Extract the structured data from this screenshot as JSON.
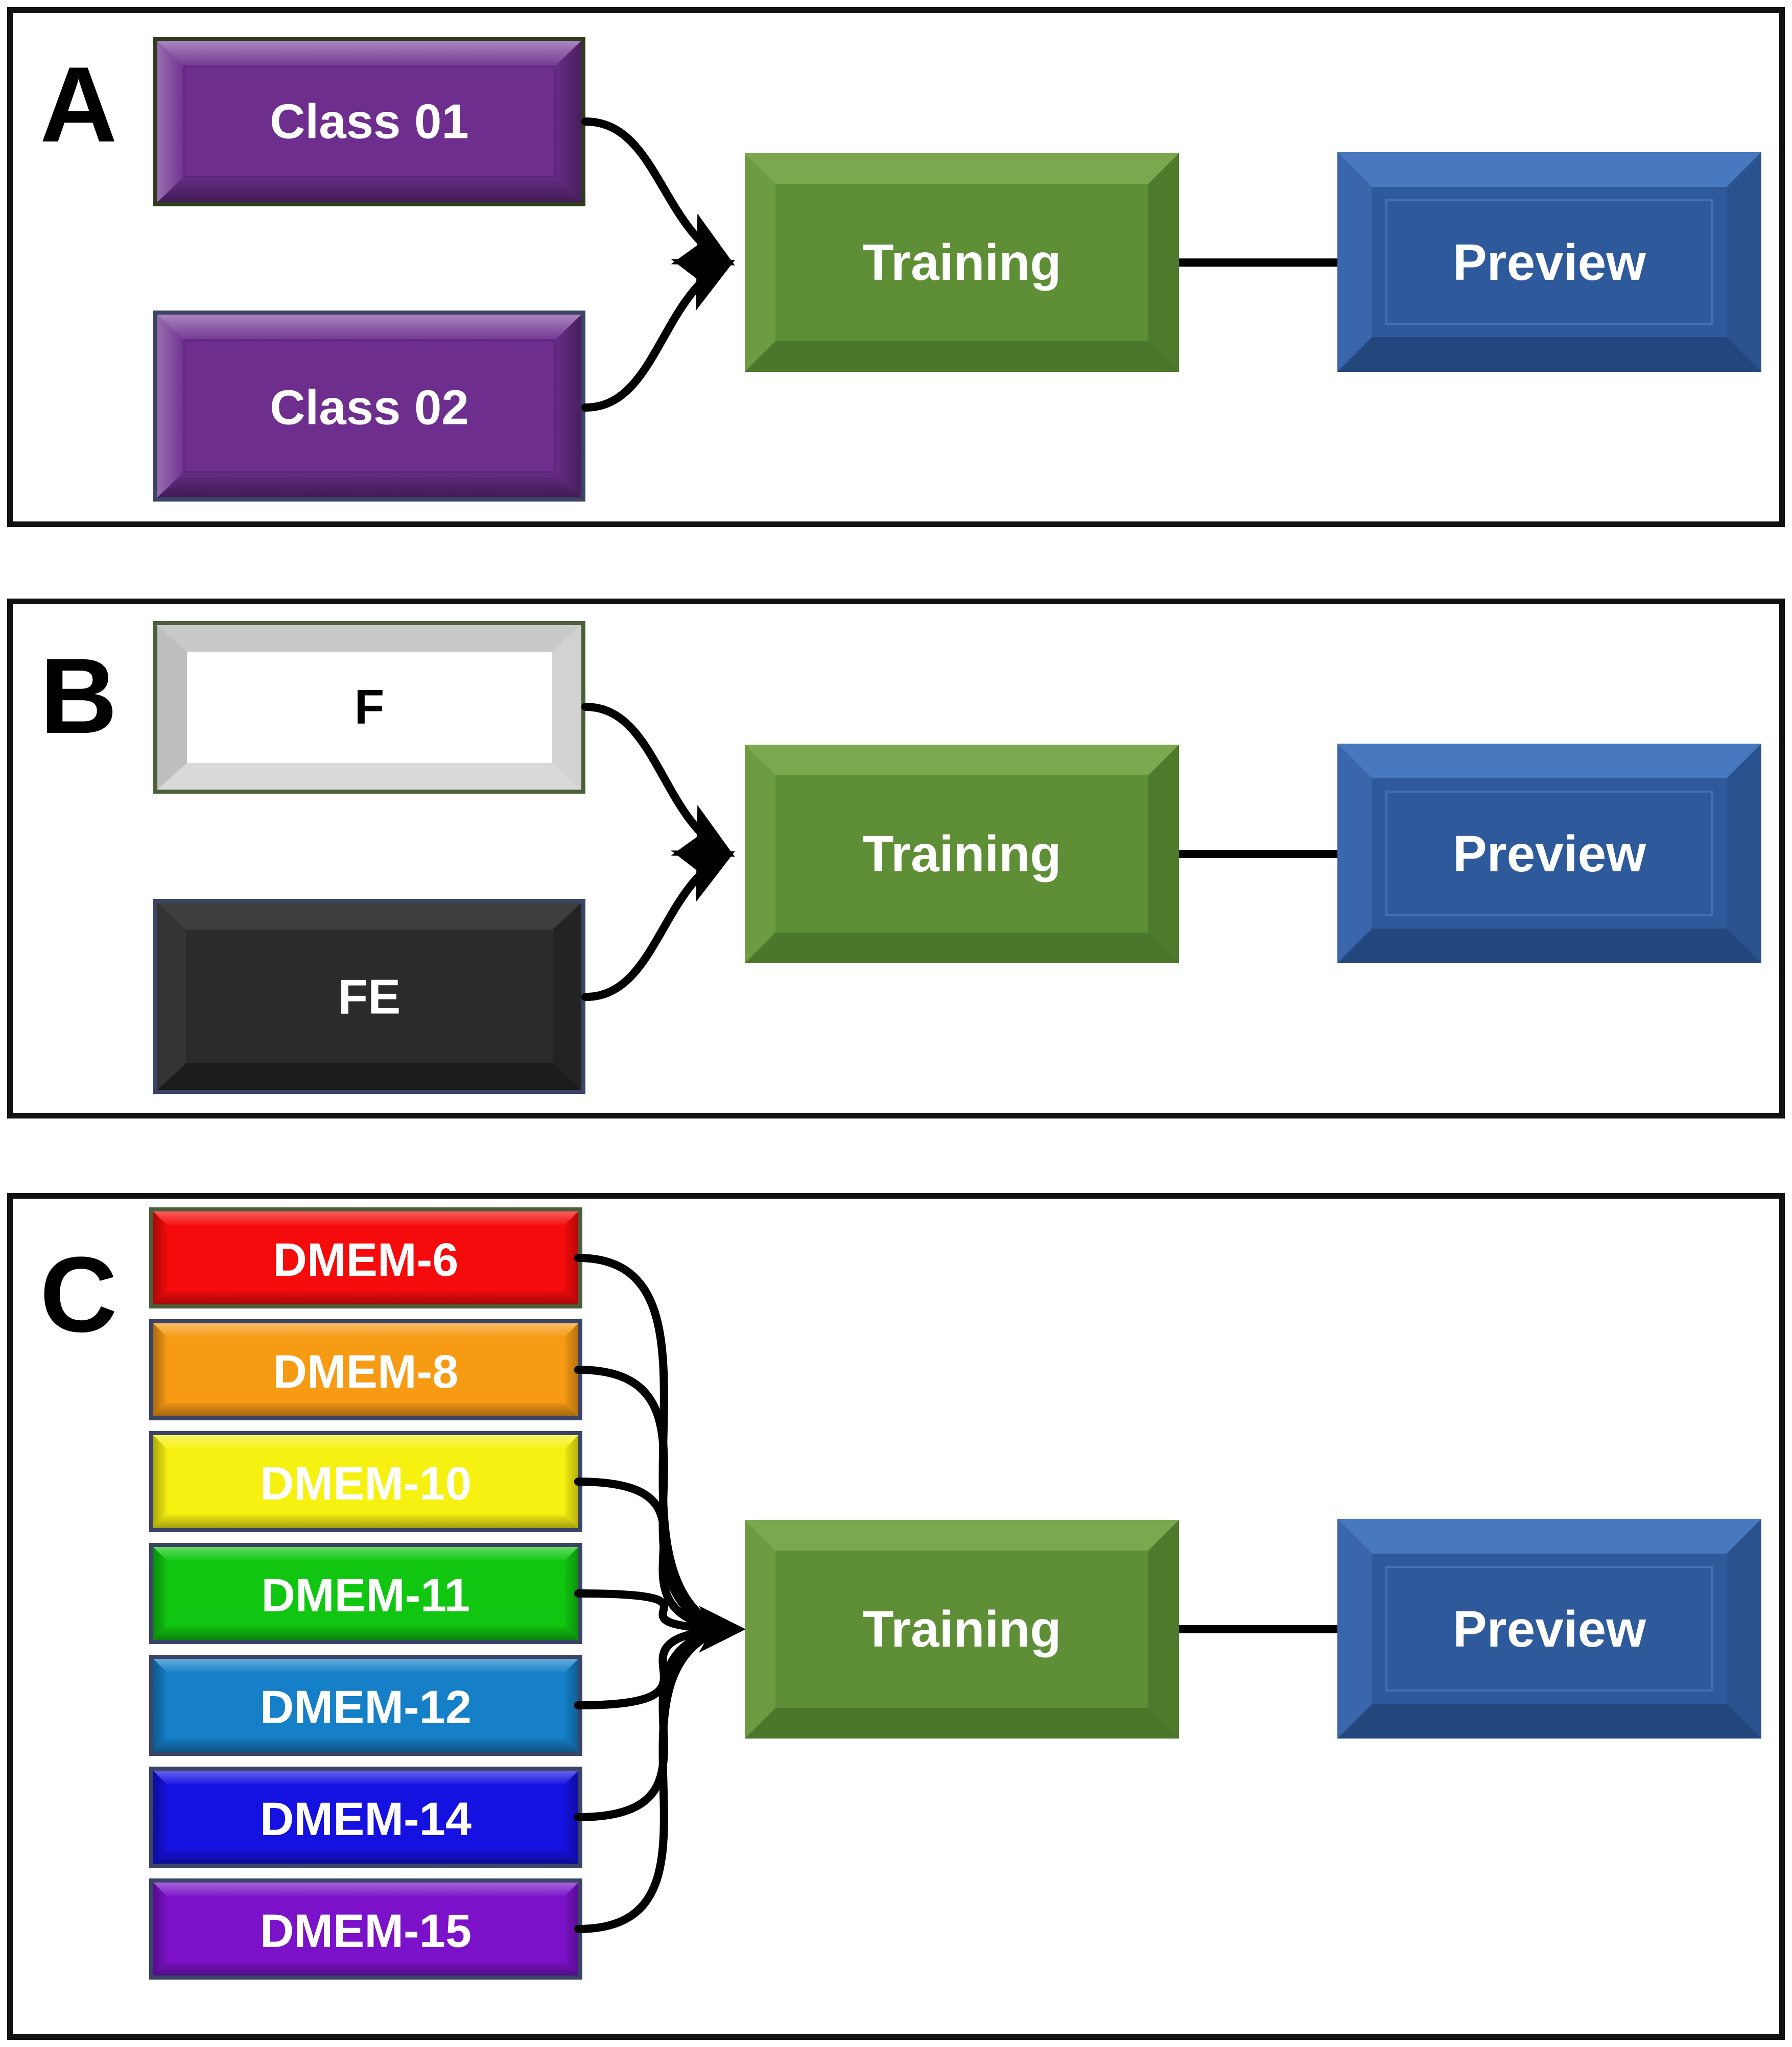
{
  "figure": {
    "type": "workflow-diagram",
    "background": "#ffffff",
    "panel_border_color": "#111111",
    "connector_color": "#000000"
  },
  "panels": [
    {
      "id": "A",
      "letter": "A",
      "inputs": [
        {
          "label": "Class 01",
          "fill": "#6D2E8E",
          "text_color": "#ffffff",
          "border": "#2F3B1F"
        },
        {
          "label": "Class 02",
          "fill": "#6D2E8E",
          "text_color": "#ffffff",
          "border": "#3A4466"
        }
      ],
      "process": {
        "label": "Training",
        "fill": "#5E8F36",
        "text_color": "#ffffff"
      },
      "output": {
        "label": "Preview",
        "fill": "#2E5A9C",
        "text_color": "#ffffff"
      }
    },
    {
      "id": "B",
      "letter": "B",
      "inputs": [
        {
          "label": "F",
          "fill": "#FFFFFF",
          "text_color": "#000000",
          "border": "#4D5F3A"
        },
        {
          "label": "FE",
          "fill": "#2B2B2B",
          "text_color": "#ffffff",
          "border": "#3A4466"
        }
      ],
      "process": {
        "label": "Training",
        "fill": "#5E8F36",
        "text_color": "#ffffff"
      },
      "output": {
        "label": "Preview",
        "fill": "#2E5A9C",
        "text_color": "#ffffff"
      }
    },
    {
      "id": "C",
      "letter": "C",
      "inputs": [
        {
          "label": "DMEM-6",
          "fill": "#F50B0B",
          "text_color": "#ffffff",
          "border": "#4D5F3A"
        },
        {
          "label": "DMEM-8",
          "fill": "#F79A14",
          "text_color": "#ffffff",
          "border": "#3A4466"
        },
        {
          "label": "DMEM-10",
          "fill": "#F7F112",
          "text_color": "#ffffff",
          "border": "#3A4466"
        },
        {
          "label": "DMEM-11",
          "fill": "#10C610",
          "text_color": "#ffffff",
          "border": "#3A4466"
        },
        {
          "label": "DMEM-12",
          "fill": "#1580C8",
          "text_color": "#ffffff",
          "border": "#3A4466"
        },
        {
          "label": "DMEM-14",
          "fill": "#1511E0",
          "text_color": "#ffffff",
          "border": "#3A4466"
        },
        {
          "label": "DMEM-15",
          "fill": "#7B12C9",
          "text_color": "#ffffff",
          "border": "#3A4466"
        }
      ],
      "process": {
        "label": "Training",
        "fill": "#5E8F36",
        "text_color": "#ffffff"
      },
      "output": {
        "label": "Preview",
        "fill": "#2E5A9C",
        "text_color": "#ffffff"
      }
    }
  ]
}
